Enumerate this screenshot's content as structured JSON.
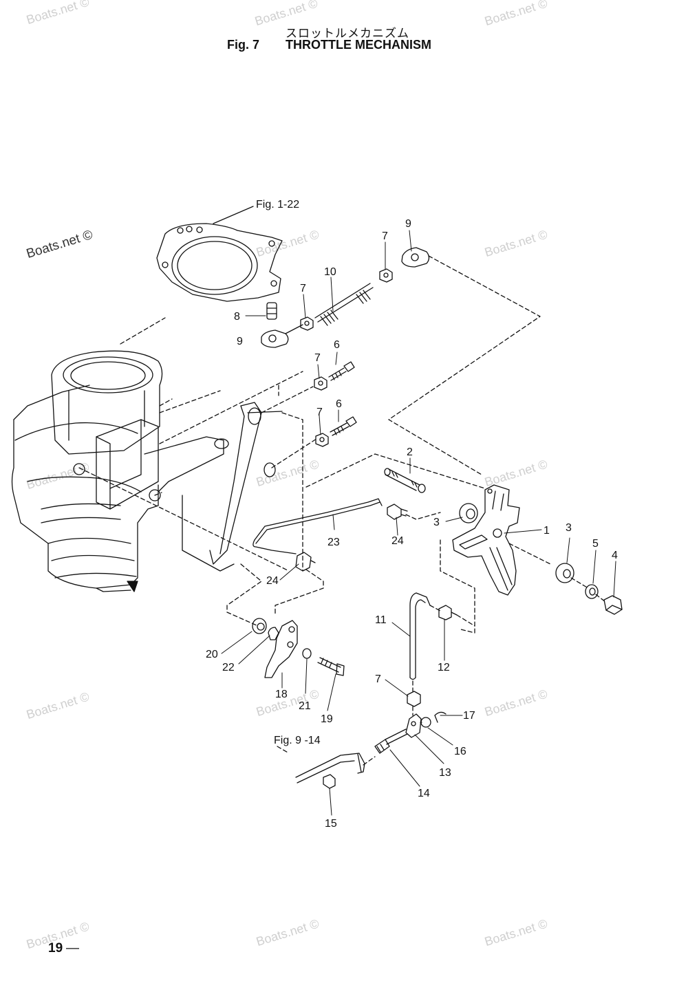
{
  "header": {
    "title_jp": "スロットルメカニズム",
    "fig_label": "Fig. 7",
    "title": "THROTTLE MECHANISM"
  },
  "page_number": "19",
  "page_dash": "—",
  "watermark": "Boats.net ©",
  "watermark_corner": "Boats.net ©",
  "references": {
    "fig_1_22": "Fig. 1-22",
    "fig_9_14": "Fig. 9 -14"
  },
  "callouts": {
    "c1": "1",
    "c2": "2",
    "c3a": "3",
    "c3b": "3",
    "c4": "4",
    "c5": "5",
    "c6a": "6",
    "c6b": "6",
    "c7a": "7",
    "c7b": "7",
    "c7c": "7",
    "c7d": "7",
    "c7e": "7",
    "c8": "8",
    "c9a": "9",
    "c9b": "9",
    "c10": "10",
    "c11": "11",
    "c12": "12",
    "c13": "13",
    "c14": "14",
    "c15": "15",
    "c16": "16",
    "c17": "17",
    "c18": "18",
    "c19": "19",
    "c20": "20",
    "c21": "21",
    "c22": "22",
    "c23": "23",
    "c24a": "24",
    "c24b": "24"
  },
  "colors": {
    "ink": "#111111",
    "watermark": "#cfcfcf"
  }
}
